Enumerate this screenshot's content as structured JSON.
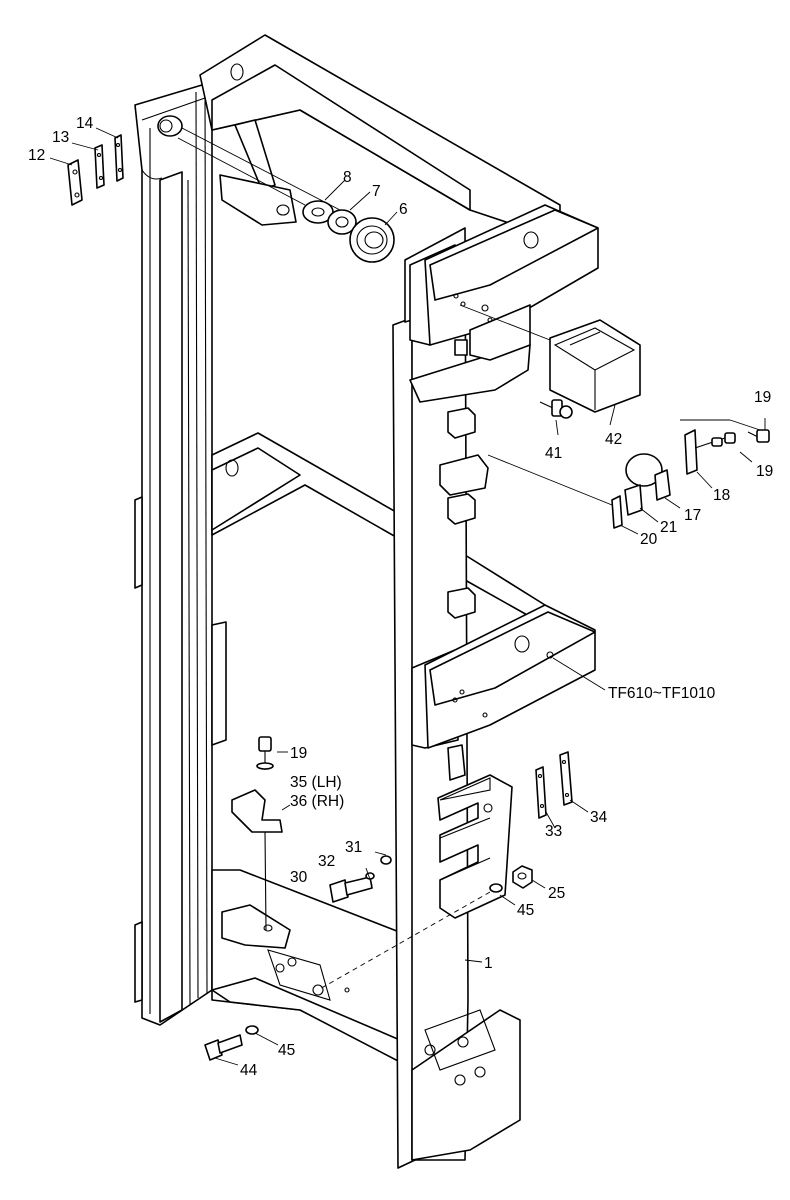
{
  "callouts": {
    "p1": "1",
    "p6": "6",
    "p7": "7",
    "p8": "8",
    "p12": "12",
    "p13": "13",
    "p14": "14",
    "p17": "17",
    "p18": "18",
    "p19": "19",
    "p20": "20",
    "p21": "21",
    "p25": "25",
    "p30": "30",
    "p31": "31",
    "p32": "32",
    "p33": "33",
    "p34": "34",
    "p35": "35 (LH)",
    "p36": "36 (RH)",
    "p41": "41",
    "p42": "42",
    "p44": "44",
    "p45": "45",
    "model_note": "TF610~TF1010"
  }
}
